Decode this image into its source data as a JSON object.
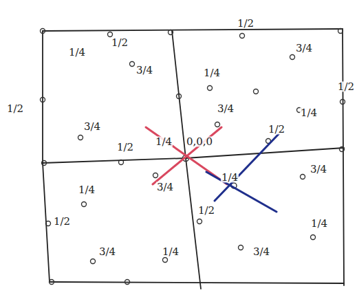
{
  "diagram": {
    "labels": [
      "1/2",
      "1/2",
      "1/4",
      "3/4",
      "1/4",
      "3/4",
      "1/2",
      "1/2",
      "3/4",
      "1/4",
      "3/4",
      "1/2",
      "1/4",
      "0,0,0",
      "1/2",
      "3/4",
      "1/4",
      "1/4",
      "3/4",
      "1/2",
      "1/2",
      "3/4",
      "1/4",
      "3/4",
      "1/4"
    ]
  }
}
